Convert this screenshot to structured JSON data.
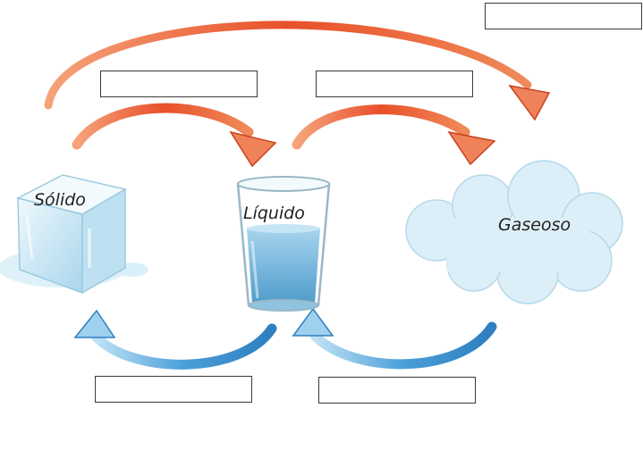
{
  "states": {
    "solid": "Sólido",
    "liquid": "Líquido",
    "gas": "Gaseoso"
  },
  "answer_boxes": {
    "top_right": "",
    "mid_left": "",
    "mid_right": "",
    "bottom_left": "",
    "bottom_right": ""
  },
  "colors": {
    "heating_arrow": "#e8502a",
    "cooling_arrow": "#4a9fd8",
    "ice": "#c7e6f3",
    "water": "#6eb4dc",
    "cloud": "#d9eef7"
  }
}
